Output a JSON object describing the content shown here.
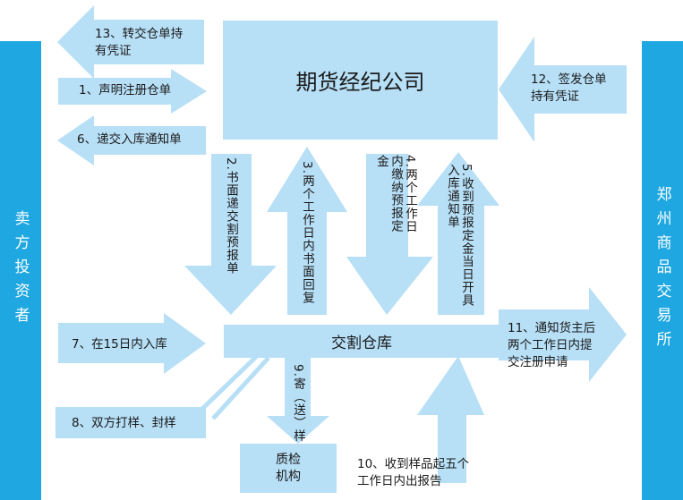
{
  "title_box": "期货经纪公司",
  "warehouse_box": "交割仓库",
  "inspection_box": [
    "质检",
    "机构"
  ],
  "left_bar": "卖方投资者",
  "right_bar": "郑州商品交易所",
  "steps": {
    "s1": "1、声明注册仓单",
    "s2": "2.书面递交割预报单",
    "s3": "3.两个工作日内书面回复",
    "s4": "4.两个工作日内缴纳预报定金",
    "s5": "5.收到预报定金当日开具入库通知单",
    "s6": "6、递交入库通知单",
    "s7": "7、在15日内入库",
    "s8": "8、双方打样、封样",
    "s9": "9.寄（送）样",
    "s10": [
      "10、收到样品起五个",
      "工作日内出报告"
    ],
    "s11": [
      "11、通知货主后",
      "两个工作日内提",
      "交注册申请"
    ],
    "s12": [
      "12、签发仓单",
      "持有凭证"
    ],
    "s13": [
      "13、转交仓单持",
      "有凭证"
    ]
  },
  "colors": {
    "bar": "#1ea7e1",
    "box": "#b7dff6",
    "arrow": "#b7dff6"
  }
}
